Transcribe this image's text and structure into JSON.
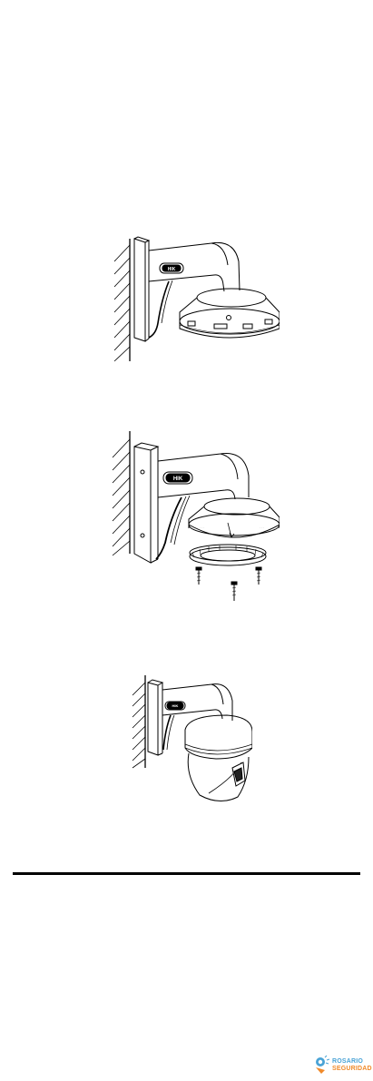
{
  "page": {
    "background": "#ffffff"
  },
  "figures": [
    {
      "label": "bracket-with-mounting-base"
    },
    {
      "label": "attach-base-with-screws"
    },
    {
      "label": "dome-camera-mounted"
    }
  ],
  "watermark": {
    "line1": "ROSARIO",
    "line2": "SEGURIDAD",
    "line1_color": "#4aa3d6",
    "line2_color": "#f08a2a",
    "icon": "camera-logo-icon"
  }
}
